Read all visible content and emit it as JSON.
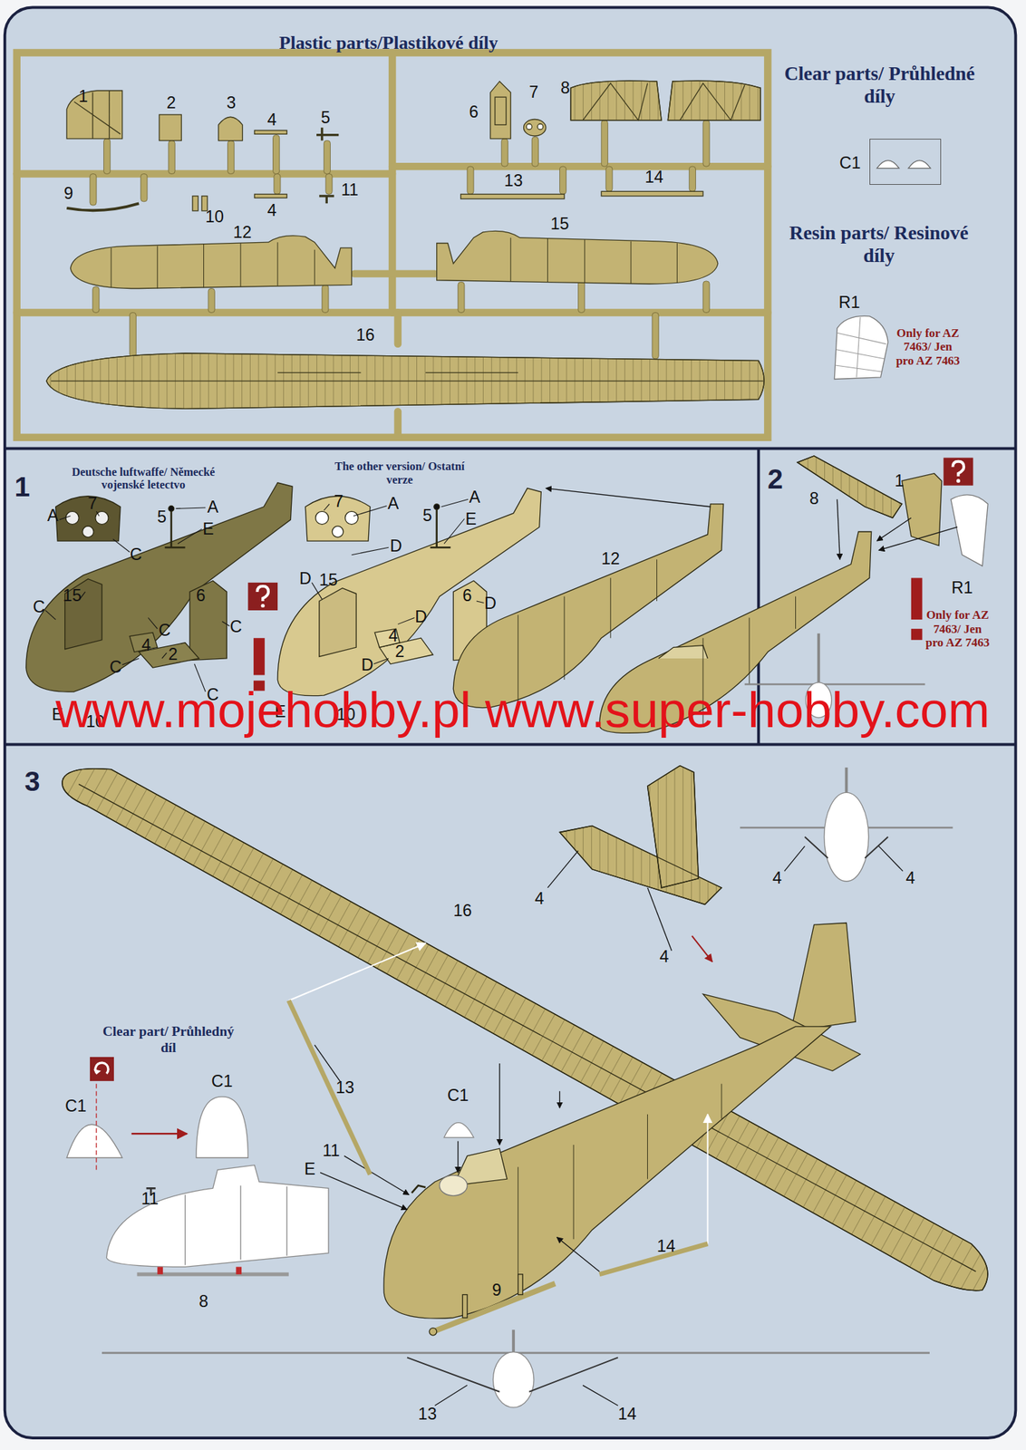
{
  "diagram": {
    "nodes": [
      {
        "text": [
          "Plastic parts/Plastikové díly"
        ]
      },
      {
        "text": [
          "Clear parts/ Průhledné díly",
          "C1"
        ],
        "in": 0
      },
      {
        "text": [
          "1"
        ]
      },
      {
        "text": [
          "2"
        ]
      },
      {
        "text": [
          "3"
        ]
      }
    ],
    "labels": [
      "1",
      "2",
      "3",
      "4",
      "5",
      "9",
      "10",
      "4",
      "11",
      "12",
      "6",
      "7",
      "8",
      "13",
      "14",
      "15",
      "16",
      "Resin parts/ Resinové díly",
      "R1",
      "Only for AZ 7463/ Jen pro AZ 7463",
      "Deutsche luftwaffe/ Německé vojenské letectvo",
      "The other version/ Ostatní verze",
      "7",
      "A",
      "C",
      "5",
      "A",
      "E",
      "15",
      "C",
      "C",
      "4",
      "6",
      "C",
      "C",
      "2",
      "C",
      "E",
      "10",
      "7",
      "A",
      "5",
      "A",
      "E",
      "D",
      "D",
      "15",
      "6",
      "D",
      "D",
      "4",
      "2",
      "D",
      "E",
      "10",
      "12",
      "8",
      "1",
      "R1",
      "Only for AZ 7463/ Jen pro AZ 7463",
      "www.mojehobby.pl www.super-hobby.com",
      "16",
      "4",
      "4",
      "4",
      "4",
      "13",
      "C1",
      "11",
      "E",
      "14",
      "9",
      "11",
      "8",
      "13",
      "14",
      "Clear part/ Průhledný díl",
      "C1",
      "C1"
    ]
  }
}
